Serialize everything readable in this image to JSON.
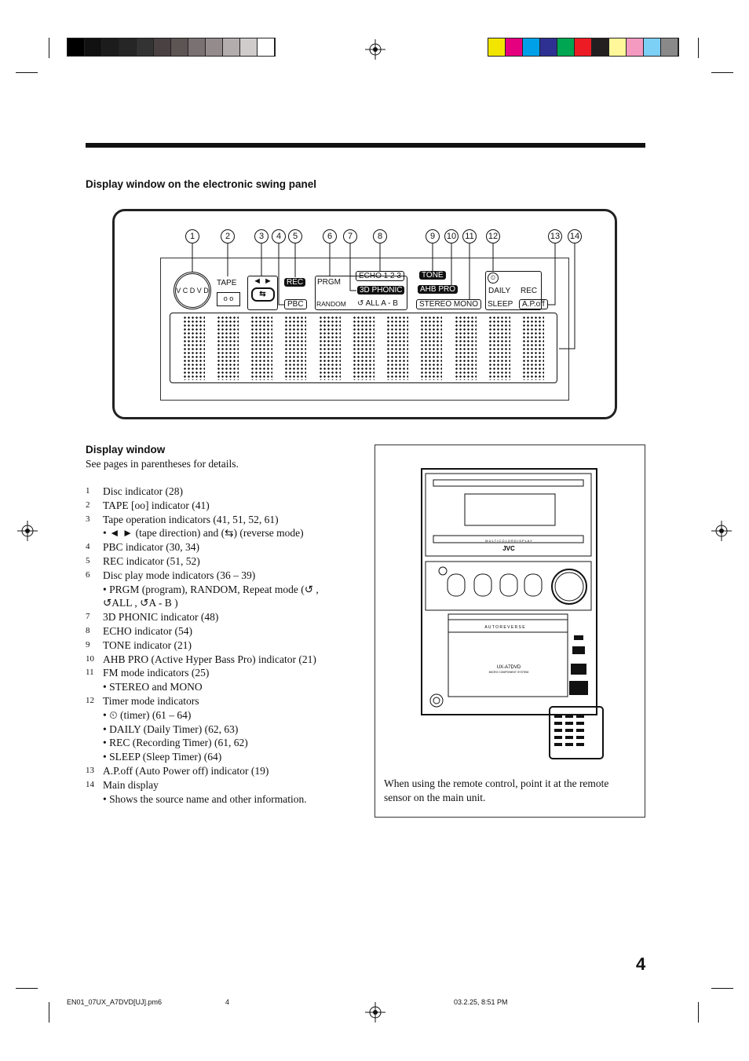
{
  "color_bar_left": [
    "#000000",
    "#111111",
    "#1c1c1c",
    "#262626",
    "#333333",
    "#4a4242",
    "#5d5454",
    "#7a7272",
    "#948c8c",
    "#b3adad",
    "#d0cccc",
    "#ffffff"
  ],
  "color_bar_right": [
    "#f2e500",
    "#e5007f",
    "#00a0e9",
    "#2e3192",
    "#00a651",
    "#ed1c24",
    "#231f20",
    "#fff799",
    "#f49ac1",
    "#7ccff5",
    "#898989"
  ],
  "section_heading": "Display window on the electronic swing panel",
  "callouts": [
    "1",
    "2",
    "3",
    "4",
    "5",
    "6",
    "7",
    "8",
    "9",
    "10",
    "11",
    "12",
    "13",
    "14"
  ],
  "indicators": {
    "disc": "V C D V D",
    "tape": "TAPE",
    "tape_dir": "◄ ►",
    "rec": "REC",
    "pbc": "PBC",
    "prgm": "PRGM",
    "random": "RANDOM",
    "repeat": "ALL A - B",
    "echo": "ECHO 1 2 3",
    "phonic": "3D PHONIC",
    "tone": "TONE",
    "ahb": "AHB PRO",
    "stereo_mono": "STEREO  MONO",
    "daily": "DAILY",
    "timer_rec": "REC",
    "sleep": "SLEEP",
    "apoff": "A.P.off"
  },
  "display_window": {
    "title": "Display window",
    "intro": "See pages in parentheses for details.",
    "items": [
      {
        "n": "1",
        "text": "Disc indicator (28)"
      },
      {
        "n": "2",
        "text": "TAPE [oo] indicator (41)"
      },
      {
        "n": "3",
        "text": "Tape operation indicators (41, 51, 52, 61)"
      },
      {
        "bullet": "• ◄ ► (tape direction) and (⇆) (reverse mode)"
      },
      {
        "n": "4",
        "text": "PBC indicator (30, 34)"
      },
      {
        "n": "5",
        "text": "REC indicator (51, 52)"
      },
      {
        "n": "6",
        "text": "Disc play mode indicators (36 – 39)"
      },
      {
        "bullet": "• PRGM (program), RANDOM, Repeat mode (↺ ,"
      },
      {
        "bullet": "↺ALL , ↺A - B )"
      },
      {
        "n": "7",
        "text": "3D PHONIC indicator (48)"
      },
      {
        "n": "8",
        "text": "ECHO indicator (54)"
      },
      {
        "n": "9",
        "text": "TONE indicator (21)"
      },
      {
        "n": "10",
        "text": "AHB PRO (Active Hyper Bass Pro) indicator (21)"
      },
      {
        "n": "11",
        "text": "FM mode indicators (25)"
      },
      {
        "bullet": "• STEREO and MONO"
      },
      {
        "n": "12",
        "text": "Timer mode indicators"
      },
      {
        "bullet": "• ⏲ (timer) (61 – 64)"
      },
      {
        "bullet": "• DAILY (Daily Timer) (62, 63)"
      },
      {
        "bullet": "• REC (Recording Timer) (61, 62)"
      },
      {
        "bullet": "• SLEEP (Sleep Timer) (64)"
      },
      {
        "n": "13",
        "text": "A.P.off (Auto Power off) indicator (19)"
      },
      {
        "n": "14",
        "text": "Main display"
      },
      {
        "bullet": "• Shows the source name and other information."
      }
    ]
  },
  "device": {
    "brand": "JVC",
    "model": "UX-A7DVD",
    "system": "MICRO COMPONENT SYSTEM",
    "auto_reverse": "A U T O   R E V E R S E",
    "multi_color": "M U L T I   C O L O R   D I S P L A Y",
    "caption": "When using the remote control, point it at the remote sensor on the main unit."
  },
  "page_number": "4",
  "footer": {
    "file": "EN01_07UX_A7DVD[UJ].pm6",
    "page": "4",
    "timestamp": "03.2.25, 8:51 PM"
  }
}
